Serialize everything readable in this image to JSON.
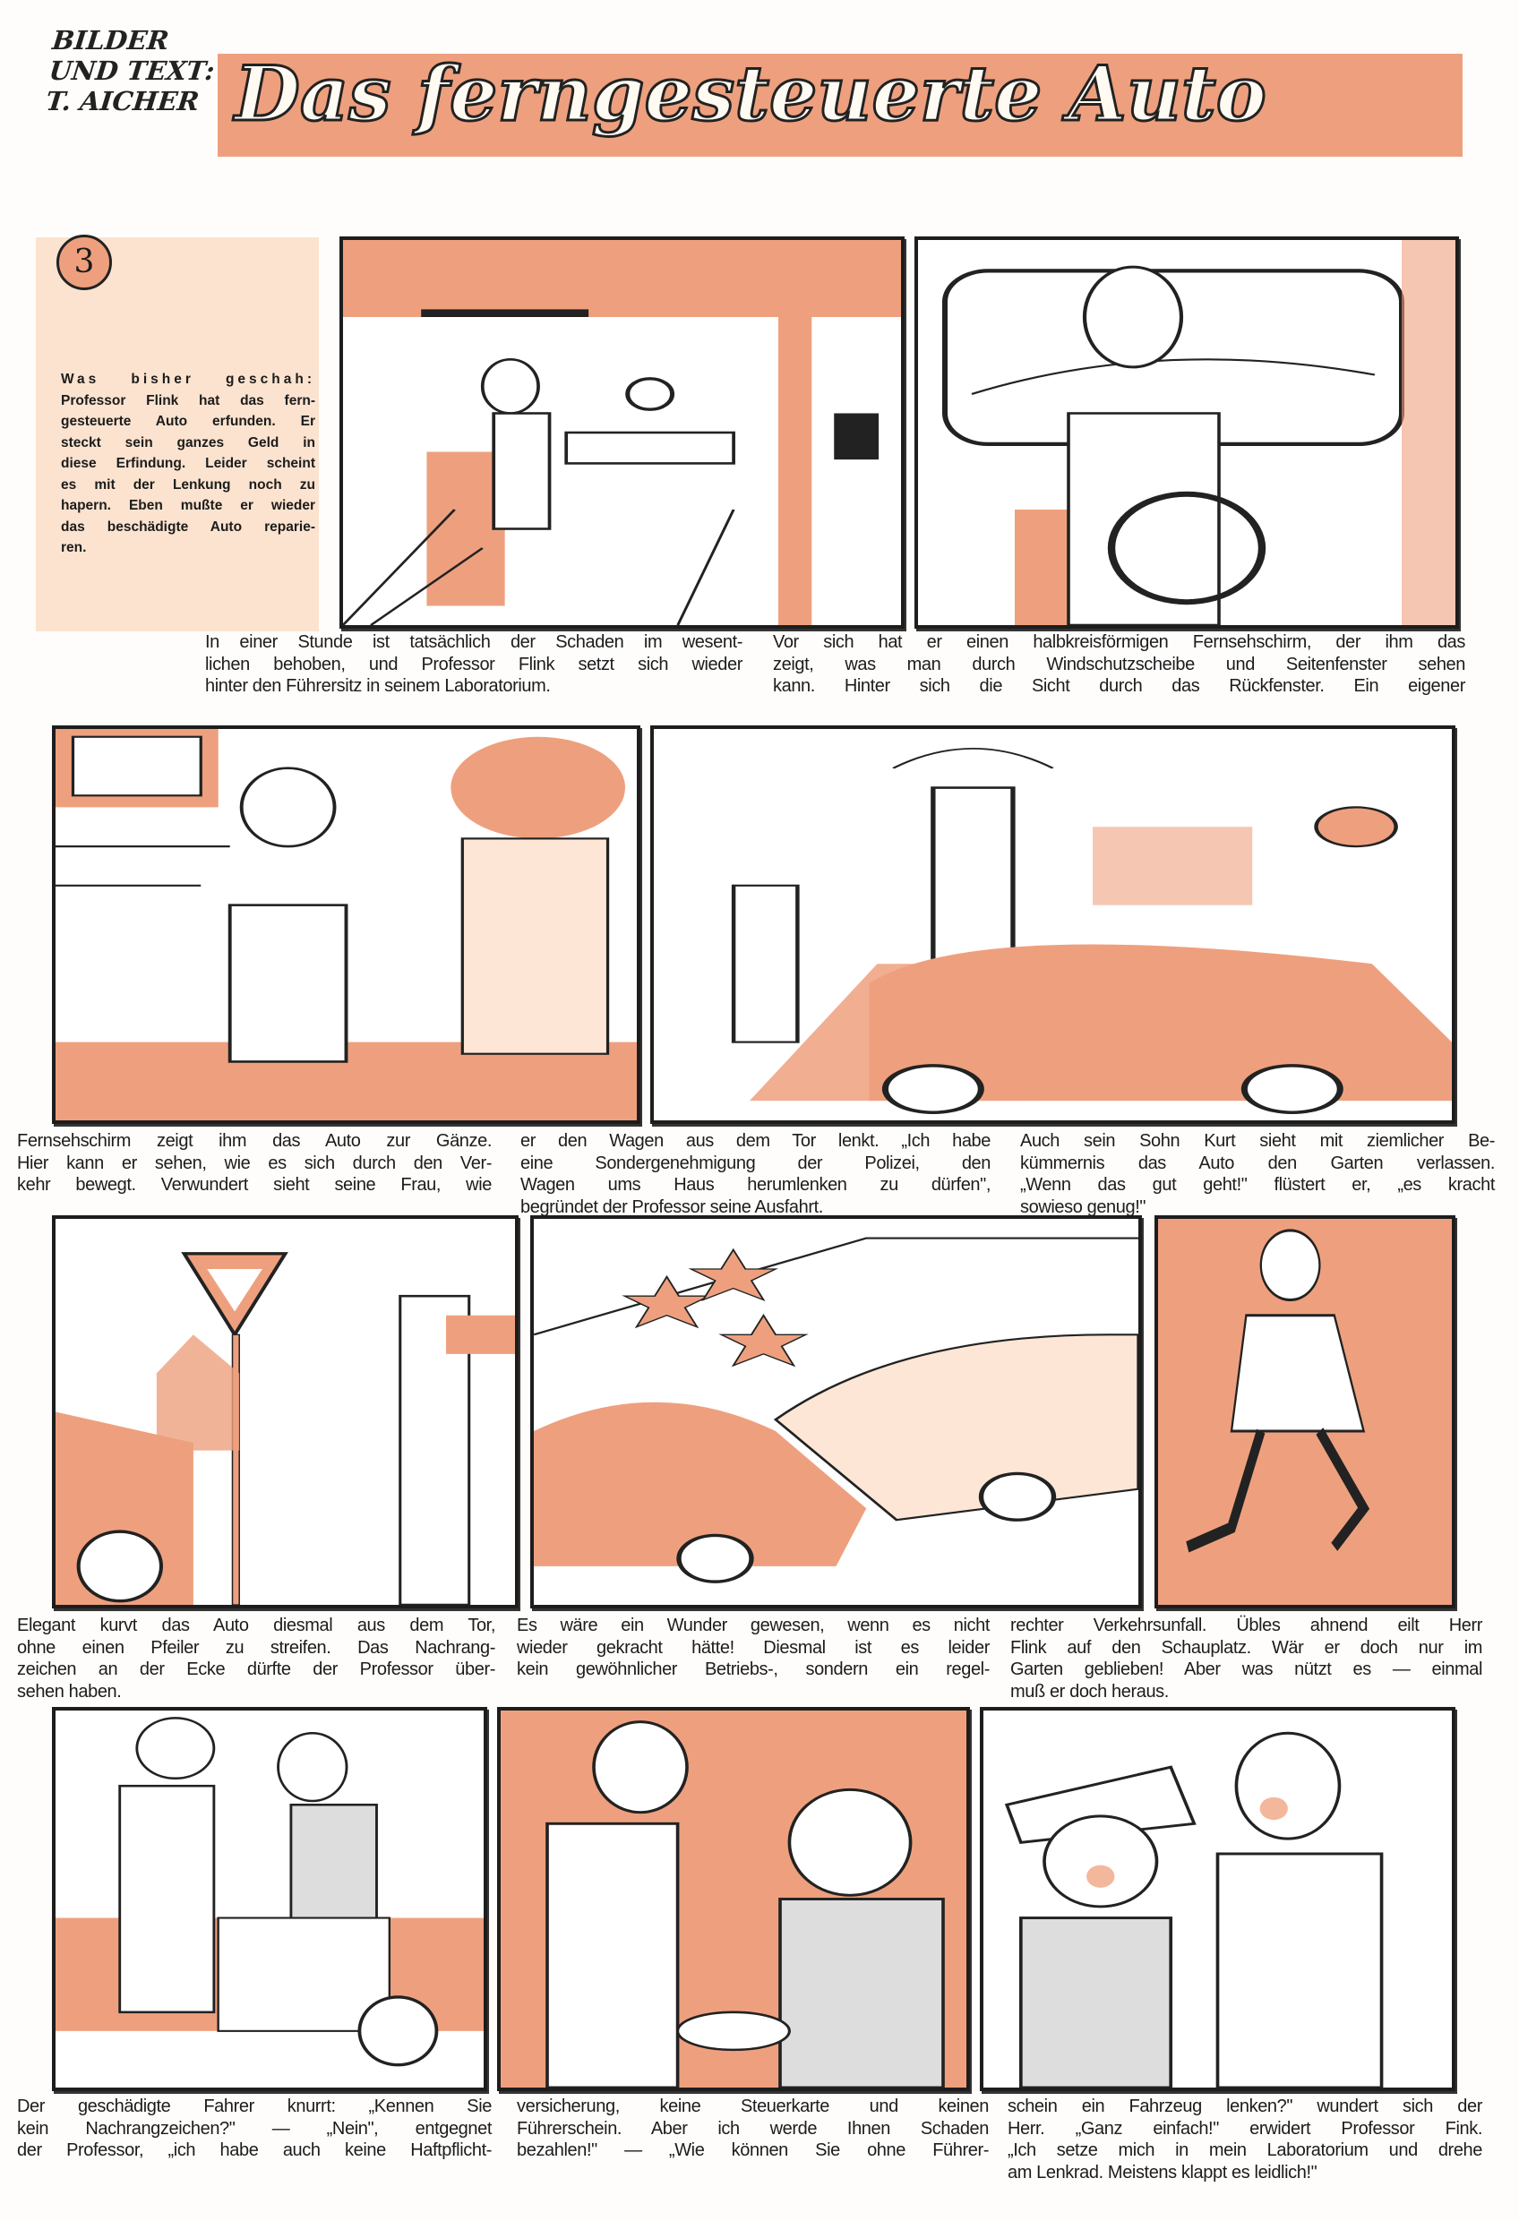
{
  "header": {
    "credit": [
      "BILDER",
      "UND TEXT:",
      "T. AICHER"
    ],
    "title": "Das ferngesteuerte Auto",
    "episode_number": "3"
  },
  "colors": {
    "accent": "#eea07e",
    "peach": "#fbe3cf",
    "ink": "#1c1c1c"
  },
  "intro": {
    "heading": "Was bisher geschah:",
    "lines": [
      "Professor Flink hat das fern-",
      "gesteuerte Auto erfunden. Er",
      "steckt sein ganzes Geld in",
      "diese Erfindung. Leider scheint",
      "es mit der Lenkung noch zu",
      "hapern. Eben mußte er wieder",
      "das beschädigte Auto reparie-",
      "ren."
    ]
  },
  "captions": [
    {
      "lines": [
        "In einer Stunde ist tatsächlich der Schaden im wesent-",
        "lichen behoben, und Professor Flink setzt sich wieder",
        "hinter den Führersitz in seinem Laboratorium."
      ]
    },
    {
      "lines": [
        "Vor sich hat er einen halbkreisförmigen Fernsehschirm, der ihm das",
        "zeigt, was man durch Windschutzscheibe und Seitenfenster sehen",
        "kann. Hinter sich die Sicht durch das Rückfenster. Ein eigener"
      ]
    },
    {
      "lines": [
        "Fernsehschirm zeigt ihm das Auto zur Gänze.",
        "Hier kann er sehen, wie es sich durch den Ver-",
        "kehr bewegt. Verwundert sieht seine Frau, wie"
      ]
    },
    {
      "lines": [
        "er den Wagen aus dem Tor lenkt. „Ich habe",
        "eine Sondergenehmigung der Polizei, den",
        "Wagen ums Haus herumlenken zu dürfen\",",
        "begründet der Professor seine Ausfahrt."
      ]
    },
    {
      "lines": [
        "Auch sein Sohn Kurt sieht mit ziemlicher Be-",
        "kümmernis das Auto den Garten verlassen.",
        "„Wenn das gut geht!\" flüstert er, „es kracht",
        "sowieso genug!\""
      ]
    },
    {
      "lines": [
        "Elegant kurvt das Auto diesmal aus dem Tor,",
        "ohne einen Pfeiler zu streifen. Das Nachrang-",
        "zeichen an der Ecke dürfte der Professor über-",
        "sehen haben."
      ]
    },
    {
      "lines": [
        "Es wäre ein Wunder gewesen, wenn es nicht",
        "wieder gekracht hätte! Diesmal ist es leider",
        "kein gewöhnlicher Betriebs-, sondern ein regel-"
      ]
    },
    {
      "lines": [
        "rechter Verkehrsunfall. Übles ahnend eilt Herr",
        "Flink auf den Schauplatz. Wär er doch nur im",
        "Garten geblieben! Aber was nützt es — einmal",
        "muß er doch heraus."
      ]
    },
    {
      "lines": [
        "Der geschädigte Fahrer knurrt: „Kennen Sie",
        "kein Nachrangzeichen?\" — „Nein\", entgegnet",
        "der Professor, „ich habe auch keine Haftpflicht-"
      ]
    },
    {
      "lines": [
        "versicherung, keine Steuerkarte und keinen",
        "Führerschein. Aber ich werde Ihnen Schaden",
        "bezahlen!\" — „Wie können Sie ohne Führer-"
      ]
    },
    {
      "lines": [
        "schein ein Fahrzeug lenken?\" wundert sich der",
        "Herr. „Ganz einfach!\" erwidert Professor Fink.",
        "„Ich setze mich in mein Laboratorium und drehe",
        "am Lenkrad. Meistens klappt es leidlich!\""
      ]
    }
  ]
}
